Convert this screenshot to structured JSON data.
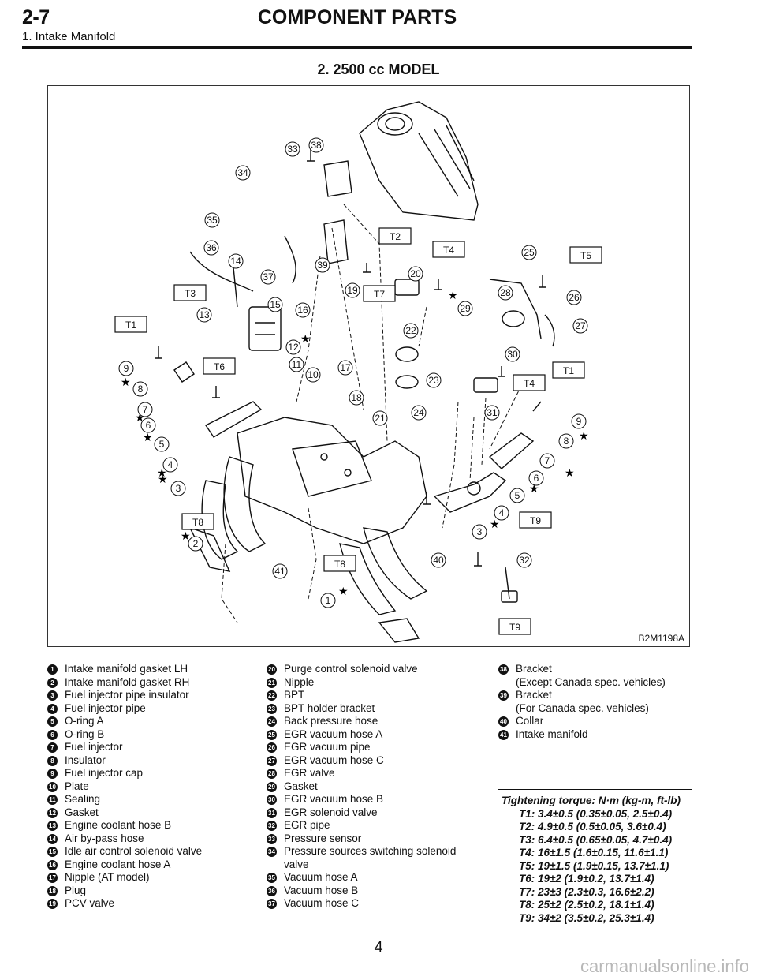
{
  "header": {
    "section_number": "2-7",
    "section_title": "COMPONENT PARTS",
    "subsection": "1. Intake Manifold"
  },
  "diagram": {
    "title": "2. 2500 cc MODEL",
    "figure_id": "B2M1198A",
    "torque_tags": [
      "T1",
      "T2",
      "T3",
      "T4",
      "T5",
      "T6",
      "T7",
      "T8",
      "T9"
    ]
  },
  "legend": {
    "col1": [
      {
        "n": "1",
        "text": "Intake manifold gasket LH"
      },
      {
        "n": "2",
        "text": "Intake manifold gasket RH"
      },
      {
        "n": "3",
        "text": "Fuel injector pipe insulator"
      },
      {
        "n": "4",
        "text": "Fuel injector pipe"
      },
      {
        "n": "5",
        "text": "O-ring A"
      },
      {
        "n": "6",
        "text": "O-ring B"
      },
      {
        "n": "7",
        "text": "Fuel injector"
      },
      {
        "n": "8",
        "text": "Insulator"
      },
      {
        "n": "9",
        "text": "Fuel injector cap"
      },
      {
        "n": "10",
        "text": "Plate"
      },
      {
        "n": "11",
        "text": "Sealing"
      },
      {
        "n": "12",
        "text": "Gasket"
      },
      {
        "n": "13",
        "text": "Engine coolant hose B"
      },
      {
        "n": "14",
        "text": "Air by-pass hose"
      },
      {
        "n": "15",
        "text": "Idle air control solenoid valve"
      },
      {
        "n": "16",
        "text": "Engine coolant hose A"
      },
      {
        "n": "17",
        "text": "Nipple (AT model)"
      },
      {
        "n": "18",
        "text": "Plug"
      },
      {
        "n": "19",
        "text": "PCV valve"
      }
    ],
    "col2": [
      {
        "n": "20",
        "text": "Purge control solenoid valve"
      },
      {
        "n": "21",
        "text": "Nipple"
      },
      {
        "n": "22",
        "text": "BPT"
      },
      {
        "n": "23",
        "text": "BPT holder bracket"
      },
      {
        "n": "24",
        "text": "Back pressure hose"
      },
      {
        "n": "25",
        "text": "EGR vacuum hose A"
      },
      {
        "n": "26",
        "text": "EGR vacuum pipe"
      },
      {
        "n": "27",
        "text": "EGR vacuum hose C"
      },
      {
        "n": "28",
        "text": "EGR valve"
      },
      {
        "n": "29",
        "text": "Gasket"
      },
      {
        "n": "30",
        "text": "EGR vacuum hose B"
      },
      {
        "n": "31",
        "text": "EGR solenoid valve"
      },
      {
        "n": "32",
        "text": "EGR pipe"
      },
      {
        "n": "33",
        "text": "Pressure sensor"
      },
      {
        "n": "34",
        "text": "Pressure sources switching solenoid",
        "cont": "valve"
      },
      {
        "n": "35",
        "text": "Vacuum hose A"
      },
      {
        "n": "36",
        "text": "Vacuum hose B"
      },
      {
        "n": "37",
        "text": "Vacuum hose C"
      }
    ],
    "col3": [
      {
        "n": "38",
        "text": "Bracket",
        "cont": "(Except Canada spec. vehicles)"
      },
      {
        "n": "39",
        "text": "Bracket",
        "cont": "(For Canada spec. vehicles)"
      },
      {
        "n": "40",
        "text": "Collar"
      },
      {
        "n": "41",
        "text": "Intake manifold"
      }
    ]
  },
  "torque": {
    "heading": "Tightening torque: N·m (kg-m, ft-lb)",
    "items": [
      "T1: 3.4±0.5 (0.35±0.05, 2.5±0.4)",
      "T2: 4.9±0.5 (0.5±0.05, 3.6±0.4)",
      "T3: 6.4±0.5 (0.65±0.05, 4.7±0.4)",
      "T4: 16±1.5 (1.6±0.15, 11.6±1.1)",
      "T5: 19±1.5 (1.9±0.15, 13.7±1.1)",
      "T6: 19±2 (1.9±0.2, 13.7±1.4)",
      "T7: 23±3 (2.3±0.3, 16.6±2.2)",
      "T8: 25±2 (2.5±0.2, 18.1±1.4)",
      "T9: 34±2 (3.5±0.2, 25.3±1.4)"
    ]
  },
  "page_number": "4",
  "watermark": "carmanualsonline.info"
}
